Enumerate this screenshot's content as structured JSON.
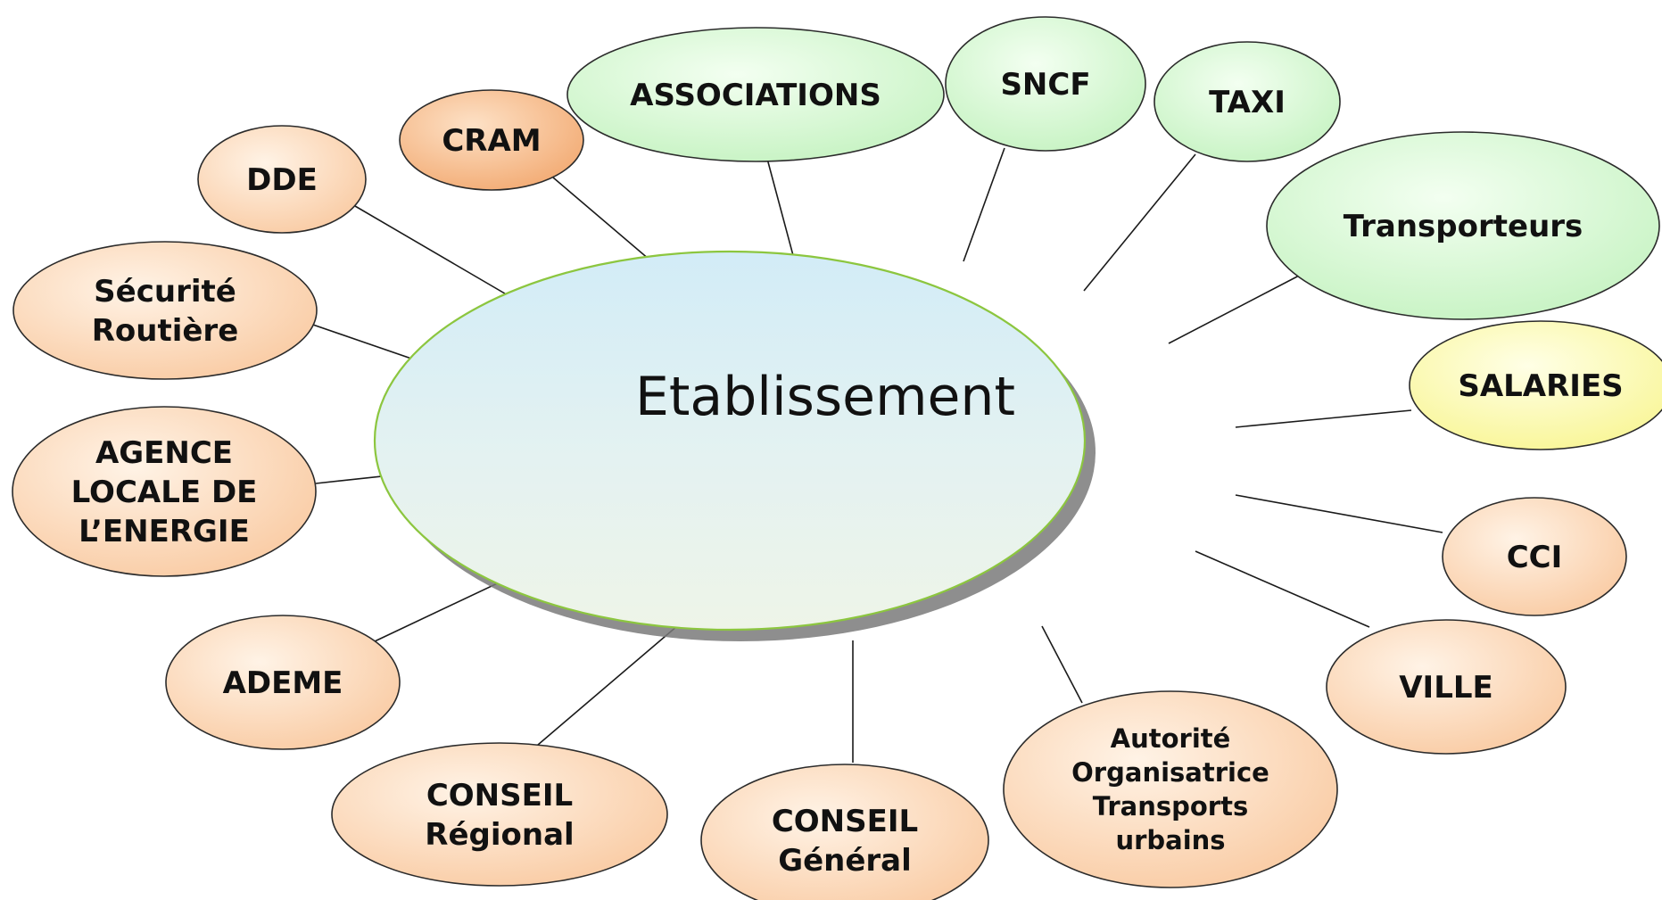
{
  "center": {
    "label": "Etablissement"
  },
  "colors": {
    "peach": "#fcd7b4",
    "peach_dark": "#f5b07c",
    "mint": "#d2f7cf",
    "yellow": "#fbf9a6",
    "connector": "#1a1a1a",
    "center_outline": "#8cc63f"
  },
  "nodes": [
    {
      "id": "dde",
      "color": "peach",
      "lines": [
        "DDE"
      ]
    },
    {
      "id": "cram",
      "color": "peach_dark",
      "lines": [
        "CRAM"
      ]
    },
    {
      "id": "associations",
      "color": "mint",
      "lines": [
        "ASSOCIATIONS"
      ]
    },
    {
      "id": "sncf",
      "color": "mint",
      "lines": [
        "SNCF"
      ]
    },
    {
      "id": "taxi",
      "color": "mint",
      "lines": [
        "TAXI"
      ]
    },
    {
      "id": "transporteurs",
      "color": "mint",
      "lines": [
        "Transporteurs"
      ]
    },
    {
      "id": "salaries",
      "color": "yellow",
      "lines": [
        "SALARIES"
      ]
    },
    {
      "id": "cci",
      "color": "peach",
      "lines": [
        "CCI"
      ]
    },
    {
      "id": "ville",
      "color": "peach",
      "lines": [
        "VILLE"
      ]
    },
    {
      "id": "autorite",
      "color": "peach",
      "lines": [
        "Autorité",
        "Organisatrice",
        "Transports",
        "urbains"
      ]
    },
    {
      "id": "conseil-general",
      "color": "peach",
      "lines": [
        "CONSEIL",
        "Général"
      ]
    },
    {
      "id": "conseil-regional",
      "color": "peach",
      "lines": [
        "CONSEIL",
        "Régional"
      ]
    },
    {
      "id": "ademe",
      "color": "peach",
      "lines": [
        "ADEME"
      ]
    },
    {
      "id": "agence",
      "color": "peach",
      "lines": [
        "AGENCE",
        "LOCALE DE",
        "L’ENERGIE"
      ]
    },
    {
      "id": "securite",
      "color": "peach",
      "lines": [
        "Sécurité",
        "Routière"
      ]
    }
  ]
}
